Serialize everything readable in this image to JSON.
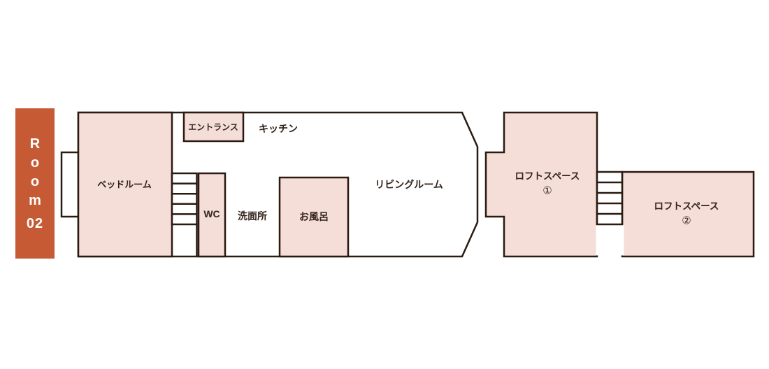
{
  "title_tag": {
    "word": "Room",
    "number": "02"
  },
  "rooms": {
    "bedroom": {
      "label": "ベッドルーム"
    },
    "entrance": {
      "label": "エントランス"
    },
    "kitchen": {
      "label": "キッチン"
    },
    "wc": {
      "label": "WC"
    },
    "washroom": {
      "label": "洗面所"
    },
    "bath": {
      "label": "お風呂"
    },
    "living_room": {
      "label": "リビングルーム"
    },
    "loft_space_1": {
      "label": "ロフトスペース",
      "number": "①"
    },
    "loft_space_2": {
      "label": "ロフトスペース",
      "number": "②"
    }
  },
  "colors": {
    "accent_orange": "#c65a35",
    "room_fill": "#f4ded7",
    "floor_fill": "#ffffff",
    "wall": "#2a1a10",
    "tag_text": "#ffffff",
    "label_text": "#32231a"
  }
}
